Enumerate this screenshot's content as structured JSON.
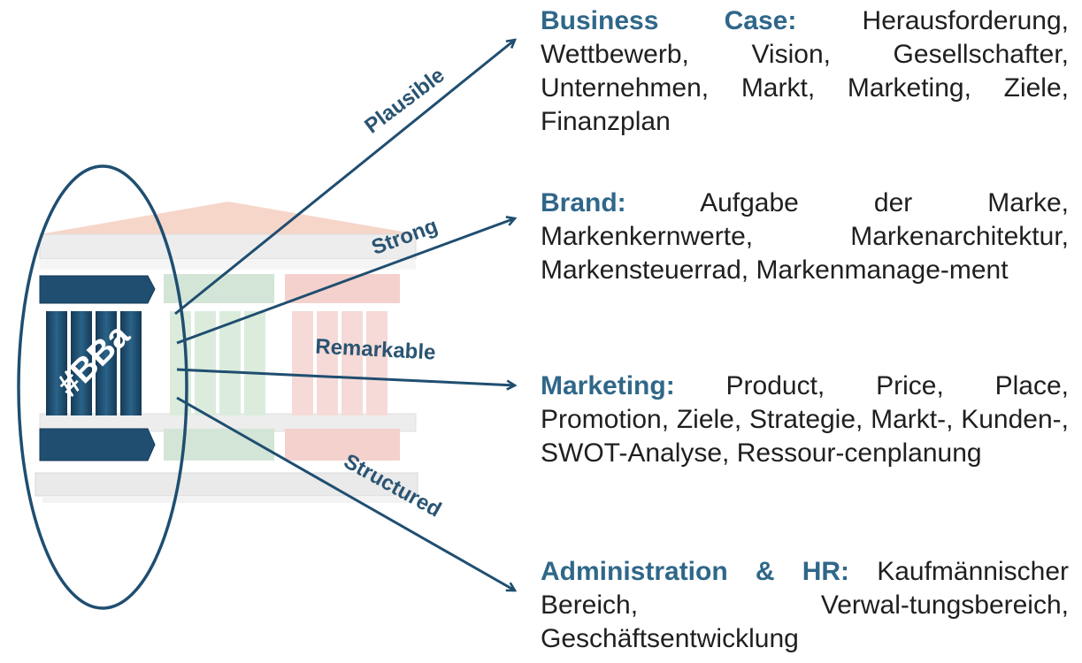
{
  "diagram": {
    "pillar_label": "#BBa",
    "arrows": [
      {
        "label": "Plausible"
      },
      {
        "label": "Strong"
      },
      {
        "label": "Remarkable"
      },
      {
        "label": "Structured"
      }
    ]
  },
  "sections": [
    {
      "heading": "Business Case:",
      "text": " Herausforderung, Wettbewerb, Vision, Gesellschafter, Unternehmen, Markt, Marketing, Ziele, Finanzplan"
    },
    {
      "heading": "Brand:",
      "text": " Aufgabe der Marke, Markenkernwerte, Markenarchitektur, Markensteuerrad, Markenmanage-ment"
    },
    {
      "heading": "Marketing:",
      "text": " Product, Price, Place, Promotion, Ziele, Strategie, Markt-, Kunden-, SWOT-Analyse, Ressour-cenplanung"
    },
    {
      "heading": "Administration & HR:",
      "text": " Kaufmännischer Bereich, Verwal-tungsbereich, Geschäftsentwicklung"
    }
  ],
  "colors": {
    "navy": "#1f4e70",
    "heading_blue": "#2f6789",
    "green_faded": "#cfe3d2",
    "red_faded": "#f3cdc8"
  }
}
